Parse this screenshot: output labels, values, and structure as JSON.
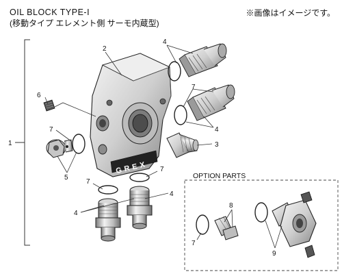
{
  "header": {
    "title": "OIL BLOCK TYPE-I",
    "subtitle": "(移動タイプ エレメント側 サーモ内蔵型)",
    "notice": "※画像はイメージです。"
  },
  "option_parts": {
    "label": "OPTION PARTS"
  },
  "block_lettering": "GREX",
  "callouts": {
    "c1": "1",
    "c2": "2",
    "c3": "3",
    "c4a": "4",
    "c4b": "4",
    "c4c": "4",
    "c4d": "4",
    "c5": "5",
    "c6": "6",
    "c7a": "7",
    "c7b": "7",
    "c7c": "7",
    "c7d": "7",
    "c7e": "7",
    "c8": "8",
    "c9": "9"
  }
}
